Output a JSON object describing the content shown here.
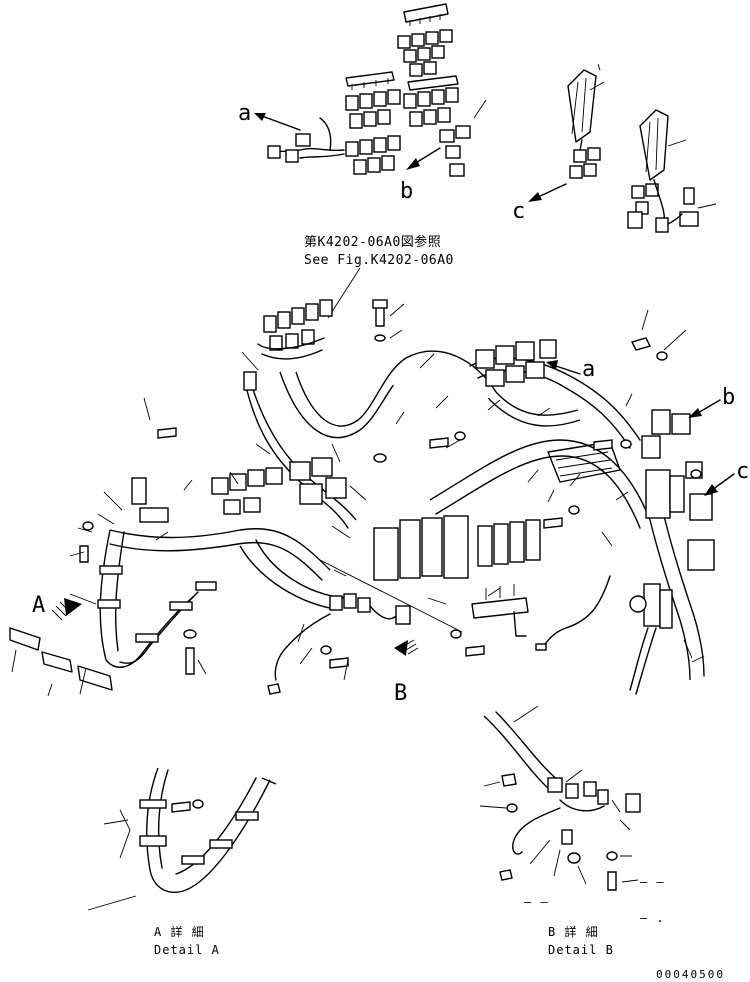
{
  "reference": {
    "line_jp": "第K4202-06A0図参照",
    "line_en": "See Fig.K4202-06A0"
  },
  "callouts": {
    "a_top": "a",
    "b_top": "b",
    "c_top": "c",
    "a_main": "a",
    "b_main": "b",
    "c_main": "c",
    "A_view": "A",
    "B_view": "B"
  },
  "details": {
    "a_jp": "A 詳 細",
    "a_en": "Detail A",
    "b_jp": "B 詳 細",
    "b_en": "Detail B",
    "b_dash1": "— —",
    "b_dash2": "— —",
    "b_dash3": "— ."
  },
  "drawing_code": "00040500"
}
